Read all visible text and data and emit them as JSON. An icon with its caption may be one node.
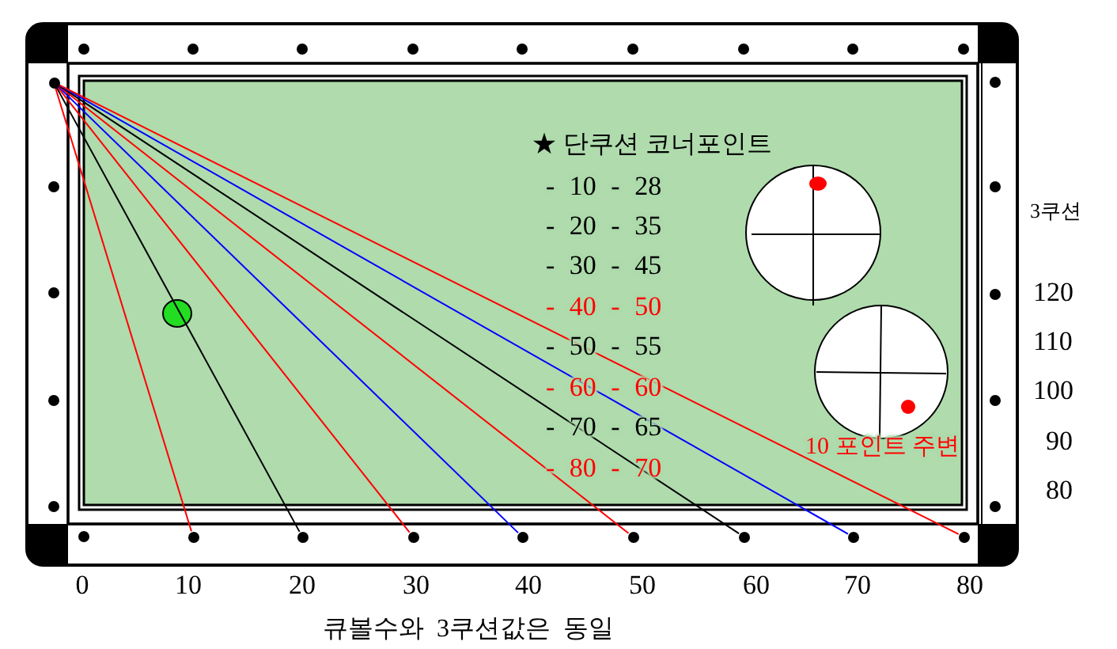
{
  "diagram": {
    "caption": "큐볼수와 3쿠션값은 동일",
    "nodes": [
      {
        "text": [],
        "shape": "circle"
      },
      {
        "text": [],
        "shape": "circle"
      },
      {
        "text": [],
        "shape": "circle"
      },
      {
        "text": [],
        "shape": "circle"
      },
      {
        "text": [],
        "shape": "circle"
      },
      {
        "text": [],
        "shape": "circle"
      },
      {
        "text": [],
        "shape": "circle"
      },
      {
        "text": [],
        "shape": "circle"
      },
      {
        "text": [],
        "shape": "circle"
      }
    ],
    "edges": [
      {
        "from": 0,
        "to": 1,
        "arrow": "none"
      },
      {
        "from": 0,
        "to": 2,
        "arrow": "none",
        "color": "#000000"
      },
      {
        "from": 0,
        "to": 3,
        "arrow": "none"
      },
      {
        "from": 0,
        "to": 4,
        "arrow": "none",
        "color": "#0000ff"
      },
      {
        "from": 0,
        "to": 5,
        "arrow": "none"
      },
      {
        "from": 0,
        "to": 6,
        "arrow": "none",
        "color": "#000000"
      },
      {
        "from": 0,
        "to": 7,
        "arrow": "none",
        "color": "#0000ff"
      },
      {
        "from": 0,
        "to": 8,
        "arrow": "none"
      }
    ],
    "labels": [
      "★ 단쿠션 코너포인트",
      "- 10 - 28",
      "- 20 - 35",
      "- 30 - 45",
      "- 40 - 50",
      "- 50 - 55",
      "- 60 - 60",
      "- 70 - 65",
      "- 80 - 70",
      "10 포인트 주변",
      "3쿠션",
      "120",
      "110",
      "100",
      "90",
      "80",
      "0",
      "10",
      "20",
      "30",
      "40",
      "50",
      "60",
      "70",
      "80"
    ]
  }
}
